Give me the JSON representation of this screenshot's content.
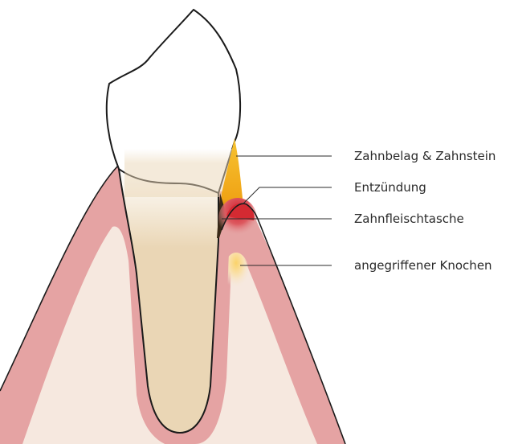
{
  "labels": {
    "plaque": "Zahnbelag & Zahnstein",
    "inflammation": "Entzündung",
    "pocket": "Zahnfleischtasche",
    "bone": "angegriffener Knochen"
  },
  "colors": {
    "gum": "#e5a3a3",
    "bone": "#f6e8df",
    "enamel": "#ffffff",
    "root": "#ead6b5",
    "plaque": "#f3b21b",
    "inflammation": "#d42a32",
    "outline": "#1a1a1a",
    "line": "#2a2a2a"
  }
}
